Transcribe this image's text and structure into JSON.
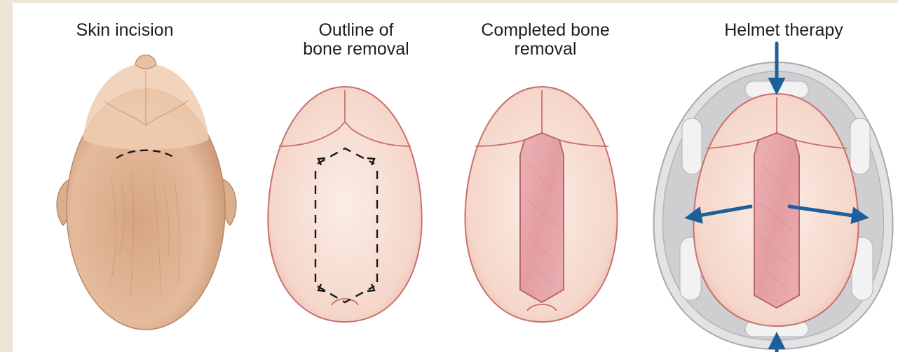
{
  "panels": [
    {
      "caption": "Skin incision"
    },
    {
      "caption": "Outline of\nbone removal"
    },
    {
      "caption": "Completed bone\nremoval"
    },
    {
      "caption": "Helmet therapy"
    }
  ],
  "colors": {
    "skin": "#e2b694",
    "skin_shadow": "#c99a78",
    "bone": "#f7ddd2",
    "bone_edge": "#c96f6f",
    "strip": "#e7a9ad",
    "helmet": "#c8c8ca",
    "arrow": "#1d5f9b",
    "background": "#ede6d6"
  },
  "icons": [
    "dashed-incision-line",
    "dashed-bone-outline",
    "expansion-arrow"
  ]
}
